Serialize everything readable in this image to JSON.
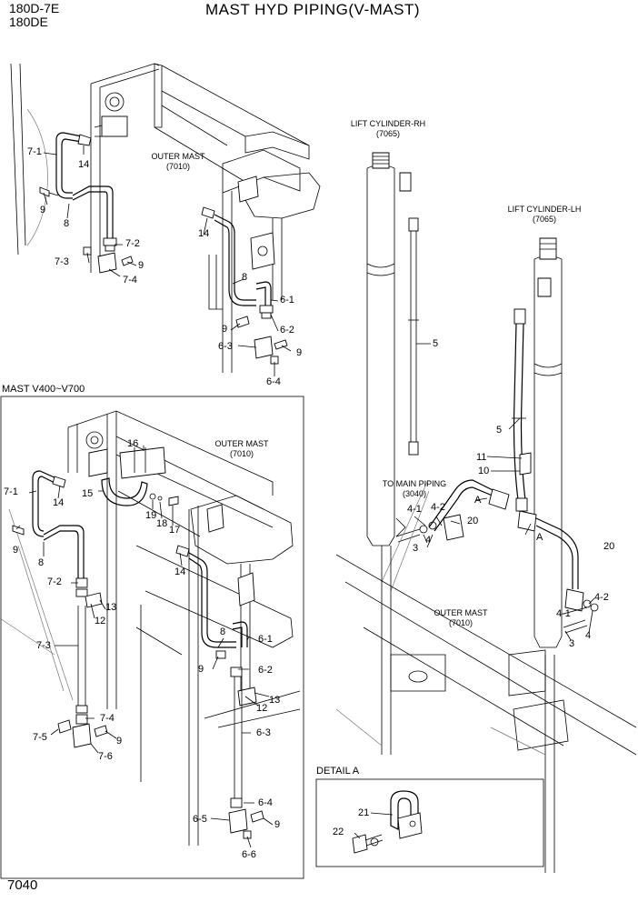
{
  "header": {
    "model_line1": "180D-7E",
    "model_line2": "180DE",
    "title": "MAST HYD PIPING(V-MAST)"
  },
  "page_number": "7040",
  "sections": {
    "mast_v400_v700": "MAST V400~V700",
    "detail_a": "DETAIL A"
  },
  "captions": {
    "outer_mast_top": [
      "OUTER MAST",
      "(7010)"
    ],
    "outer_mast_inset": [
      "OUTER MAST",
      "(7010)"
    ],
    "outer_mast_right": [
      "OUTER MAST",
      "(7010)"
    ],
    "lift_cylinder_rh": [
      "LIFT CYLINDER-RH",
      "(7065)"
    ],
    "lift_cylinder_lh": [
      "LIFT CYLINDER-LH",
      "(7065)"
    ],
    "to_main_piping": [
      "TO MAIN PIPING",
      "(3040)"
    ]
  },
  "callouts": {
    "tl": [
      "7-1",
      "14",
      "9",
      "8",
      "7-2",
      "7-3",
      "9",
      "7-4",
      "14",
      "8",
      "6-1",
      "9",
      "6-2",
      "6-3",
      "9",
      "6-4"
    ],
    "inset": [
      "16",
      "7-1",
      "14",
      "15",
      "19",
      "18",
      "17",
      "9",
      "8",
      "14",
      "7-2",
      "13",
      "12",
      "7-3",
      "8",
      "6-1",
      "9",
      "6-2",
      "12",
      "13",
      "7-4",
      "7-5",
      "9",
      "7-6",
      "6-3",
      "6-4",
      "6-5",
      "9",
      "6-6"
    ],
    "right": [
      "5",
      "5",
      "11",
      "10",
      "A",
      "4-1",
      "4-2",
      "20",
      "3",
      "4",
      "A",
      "20",
      "4-2",
      "4-1",
      "4",
      "3"
    ],
    "detail": [
      "21",
      "22"
    ]
  },
  "colors": {
    "ink": "#000000",
    "paper": "#ffffff",
    "ghost_lines": "#777777"
  }
}
